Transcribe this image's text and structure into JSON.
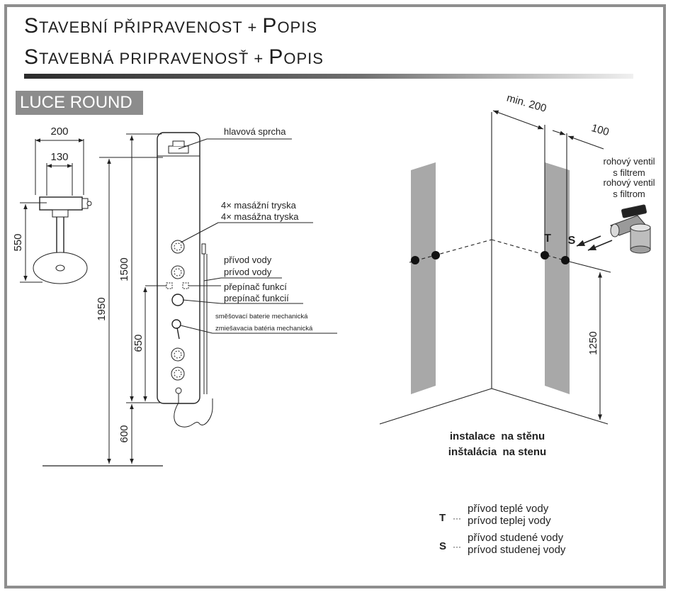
{
  "header": {
    "title_cz_first": "S",
    "title_cz_rest": "tavební připravenost + ",
    "title_cz_popis_first": "P",
    "title_cz_popis_rest": "opis",
    "title_sk_first": "S",
    "title_sk_rest": "tavebná pripravenosť + ",
    "title_sk_popis_first": "P",
    "title_sk_popis_rest": "opis"
  },
  "model": "LUCE ROUND",
  "dimensions": {
    "width_200": "200",
    "width_130": "130",
    "depth_550": "550",
    "height_1950": "1950",
    "height_1500": "1500",
    "height_650": "650",
    "height_600": "600",
    "wall_min200": "min. 200",
    "wall_100": "100",
    "wall_1250": "1250"
  },
  "labels": {
    "hlavova_sprcha": "hlavová sprcha",
    "masazni_cz": "4× masážní tryska",
    "masazni_sk": "4× masážna tryska",
    "privod_cz": "přívod vody",
    "privod_sk": "prívod vody",
    "prepinac_cz": "přepínač funkcí",
    "prepinac_sk": "prepínač funkcií",
    "smesovaci_cz": "směšovací baterie mechanická",
    "smesovaci_sk": "zmiešavacia batéria mechanická",
    "ventil_cz_1": "rohový ventil",
    "ventil_cz_2": "s filtrem",
    "ventil_sk_1": "rohový ventil",
    "ventil_sk_2": "s filtrom",
    "marker_t": "T",
    "marker_s": "S",
    "instalace_cz": "instalace  na stěnu",
    "instalace_sk": "inštalácia  na stenu"
  },
  "legend": [
    {
      "symbol": "T",
      "dots": "···",
      "line1": "přívod teplé vody",
      "line2": "prívod teplej vody"
    },
    {
      "symbol": "S",
      "dots": "···",
      "line1": "přívod studené vody",
      "line2": "prívod studenej vody"
    }
  ],
  "colors": {
    "frame": "#8e8e8e",
    "model_bg": "#8c8c8c",
    "wall_panel": "#a8a8a8",
    "ink": "#222222"
  }
}
